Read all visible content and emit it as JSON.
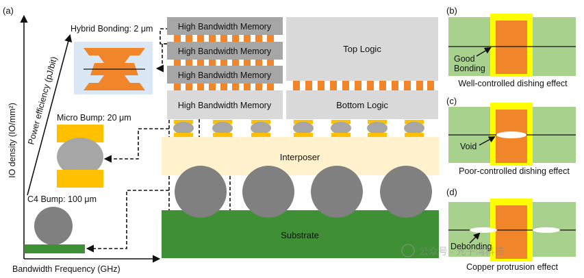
{
  "panel_labels": {
    "a": "(a)",
    "b": "(b)",
    "c": "(c)",
    "d": "(d)"
  },
  "axes": {
    "y_label": "IO density (IO/mm²)",
    "x_label": "Bandwidth Frequency (GHz)",
    "diagonal_label": "Power efficiency (pJ/bit)"
  },
  "interconnects": {
    "hybrid": "Hybrid Bonding: 2 μm",
    "micro": "Micro Bump: 20 μm",
    "c4": "C4 Bump: 100 μm"
  },
  "stack": {
    "hbm_label": "High Bandwidth Memory",
    "top_logic": "Top Logic",
    "bottom_logic": "Bottom Logic",
    "interposer": "Interposer",
    "substrate": "Substrate"
  },
  "insets": {
    "b_annotation": [
      "Good",
      "Bonding"
    ],
    "b_caption": "Well-controlled dishing effect",
    "c_annotation": "Void",
    "c_caption": "Poor-controlled dishing effect",
    "d_annotation": "Debonding",
    "d_caption": "Copper protrusion effect"
  },
  "watermark": "公众号 · 光子湾科技",
  "colors": {
    "copper": "#f0852a",
    "gold": "#ffc000",
    "substrate": "#3f8f34",
    "interposer": "#fff2cc",
    "die_gray": "#d9d9d9",
    "hbm_dark": "#a6a6a6",
    "bump_gray": "#888888",
    "inset_green": "#a9d18e",
    "inset_yellow": "#ffff00",
    "hybrid_bg": "#dae8f5"
  }
}
